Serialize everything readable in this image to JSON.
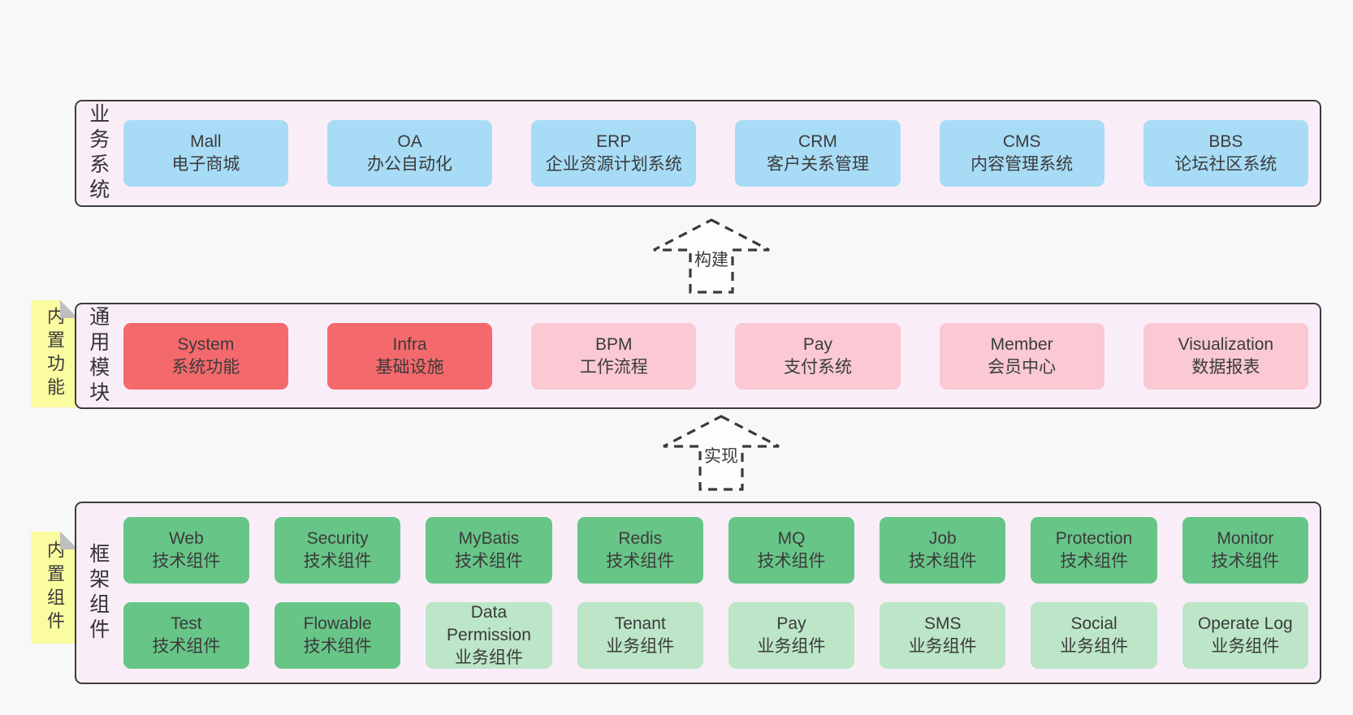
{
  "colors": {
    "page_bg": "#f8f8f8",
    "layer_bg": "#f9eef8",
    "layer_border": "#3c3c3c",
    "box_blue": "#a8dcf6",
    "box_red": "#f3696c",
    "box_pink": "#fac9d3",
    "box_green": "#68c588",
    "box_lightgreen": "#bce6c7",
    "note_yellow": "#fbfba0",
    "text": "#3b3b3b"
  },
  "arrows": [
    {
      "label": "构建"
    },
    {
      "label": "实现"
    }
  ],
  "layers": [
    {
      "label": "业务系统",
      "rows": [
        [
          {
            "name": "Mall",
            "desc": "电子商城"
          },
          {
            "name": "OA",
            "desc": "办公自动化"
          },
          {
            "name": "ERP",
            "desc": "企业资源计划系统"
          },
          {
            "name": "CRM",
            "desc": "客户关系管理"
          },
          {
            "name": "CMS",
            "desc": "内容管理系统"
          },
          {
            "name": "BBS",
            "desc": "论坛社区系统"
          }
        ]
      ]
    },
    {
      "label": "通用模块",
      "note": "内置功能",
      "rows": [
        [
          {
            "name": "System",
            "desc": "系统功能"
          },
          {
            "name": "Infra",
            "desc": "基础设施"
          },
          {
            "name": "BPM",
            "desc": "工作流程"
          },
          {
            "name": "Pay",
            "desc": "支付系统"
          },
          {
            "name": "Member",
            "desc": "会员中心"
          },
          {
            "name": "Visualization",
            "desc": "数据报表"
          }
        ]
      ]
    },
    {
      "label": "框架组件",
      "note": "内置组件",
      "rows": [
        [
          {
            "name": "Web",
            "desc": "技术组件"
          },
          {
            "name": "Security",
            "desc": "技术组件"
          },
          {
            "name": "MyBatis",
            "desc": "技术组件"
          },
          {
            "name": "Redis",
            "desc": "技术组件"
          },
          {
            "name": "MQ",
            "desc": "技术组件"
          },
          {
            "name": "Job",
            "desc": "技术组件"
          },
          {
            "name": "Protection",
            "desc": "技术组件"
          },
          {
            "name": "Monitor",
            "desc": "技术组件"
          }
        ],
        [
          {
            "name": "Test",
            "desc": "技术组件"
          },
          {
            "name": "Flowable",
            "desc": "技术组件"
          },
          {
            "name": "Data Permission",
            "desc": "业务组件"
          },
          {
            "name": "Tenant",
            "desc": "业务组件"
          },
          {
            "name": "Pay",
            "desc": "业务组件"
          },
          {
            "name": "SMS",
            "desc": "业务组件"
          },
          {
            "name": "Social",
            "desc": "业务组件"
          },
          {
            "name": "Operate Log",
            "desc": "业务组件"
          }
        ]
      ]
    }
  ]
}
